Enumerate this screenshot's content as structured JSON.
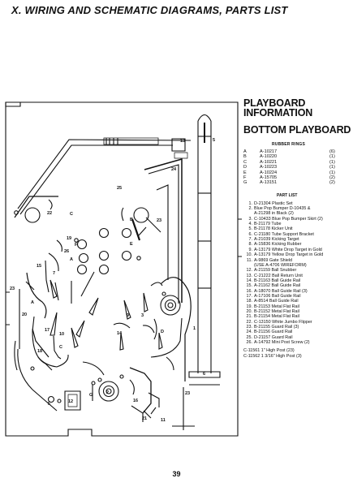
{
  "page_title": "X. WIRING AND SCHEMATIC DIAGRAMS, PARTS LIST",
  "page_number": "39",
  "info": {
    "title_line1": "PLAYBOARD",
    "title_line2": "INFORMATION",
    "subtitle": "BOTTOM PLAYBOARD",
    "rubber_rings_heading": "RUBBER RINGS",
    "rubber_rings": [
      {
        "key": "A",
        "part": "A-10217",
        "qty": "(6)"
      },
      {
        "key": "B",
        "part": "A-10220",
        "qty": "(1)"
      },
      {
        "key": "C",
        "part": "A-10221",
        "qty": "(1)"
      },
      {
        "key": "D",
        "part": "A-10223",
        "qty": "(1)"
      },
      {
        "key": "E",
        "part": "A-10224",
        "qty": "(1)"
      },
      {
        "key": "F",
        "part": "A-15705",
        "qty": "(2)"
      },
      {
        "key": "G",
        "part": "A-13151",
        "qty": "(2)"
      }
    ],
    "part_list_heading": "PART LIST",
    "parts": [
      {
        "num": "1.",
        "text": "D-21304  Plastic Set"
      },
      {
        "num": "2.",
        "text": "Blue Pop Bumper D-10435 &"
      },
      {
        "num": "",
        "text": "A-21298 in Black (2)"
      },
      {
        "num": "3.",
        "text": "C-10433  Blue Pop Bumper Skirt (2)"
      },
      {
        "num": "4.",
        "text": "B-21179  Tube"
      },
      {
        "num": "5.",
        "text": "B-21178  Kicker Unit"
      },
      {
        "num": "6.",
        "text": "C-21180  Tube Support Bracket"
      },
      {
        "num": "7.",
        "text": "A-21039  Kicking Target"
      },
      {
        "num": "8.",
        "text": "A-15836  Kicking Rubber"
      },
      {
        "num": "9.",
        "text": "A-13179  White Drop Target in Gold"
      },
      {
        "num": "10.",
        "text": "A-13179  Yellow Drop Target in Gold"
      },
      {
        "num": "11.",
        "text": "A-9869  Gate Shield"
      },
      {
        "num": "",
        "text": "(USE A-4706 WIREFORM)"
      },
      {
        "num": "12.",
        "text": "A-21159  Ball Snubber"
      },
      {
        "num": "13.",
        "text": "C-21222  Ball Return Unit"
      },
      {
        "num": "14.",
        "text": "B-21163  Ball Guide Rail"
      },
      {
        "num": "15.",
        "text": "A-21162  Ball Guide Rail"
      },
      {
        "num": "16.",
        "text": "A-18070  Ball Guide Rail (3)"
      },
      {
        "num": "17.",
        "text": "A-17106  Ball Guide Rail"
      },
      {
        "num": "18.",
        "text": "A-8514  Ball Guide Rail"
      },
      {
        "num": "19.",
        "text": "B-21153  Metal Flat Rail"
      },
      {
        "num": "20.",
        "text": "B-21152  Metal Flat Rail"
      },
      {
        "num": "21.",
        "text": "B-21154  Metal Flat Rail"
      },
      {
        "num": "22.",
        "text": "C-13150  White Jumbo Flipper"
      },
      {
        "num": "23.",
        "text": "B-21155  Guard Rail (3)"
      },
      {
        "num": "24.",
        "text": "B-21156  Guard Rail"
      },
      {
        "num": "25.",
        "text": "D-21157  Guard Rail"
      },
      {
        "num": "26.",
        "text": "A-14792  Mini Post Screw (2)"
      }
    ],
    "posts": [
      "C-11561  1\" High Post (23)",
      "C-11562  1 3/16\" High Post (3)"
    ]
  },
  "diagram_labels": {
    "l13": "13",
    "l5": "5",
    "l24": "24",
    "l25": "25",
    "l22": "22",
    "lC1": "C",
    "lB": "B",
    "l23a": "23",
    "l19": "19",
    "l26": "26",
    "lF1": "F",
    "lA1": "A",
    "lE": "E",
    "l15": "15",
    "l7": "7",
    "l23b": "23",
    "l20": "20",
    "lA2": "A",
    "l9": "9",
    "l3": "3",
    "l17": "17",
    "l10": "10",
    "l14": "14",
    "lD": "D",
    "lC2": "C",
    "l18": "18",
    "l12": "12",
    "l2": "2",
    "l16": "16",
    "l21": "21",
    "l11": "11",
    "l23c": "23",
    "l1": "1",
    "l6": "6",
    "lG": "G",
    "lF2": "F"
  }
}
